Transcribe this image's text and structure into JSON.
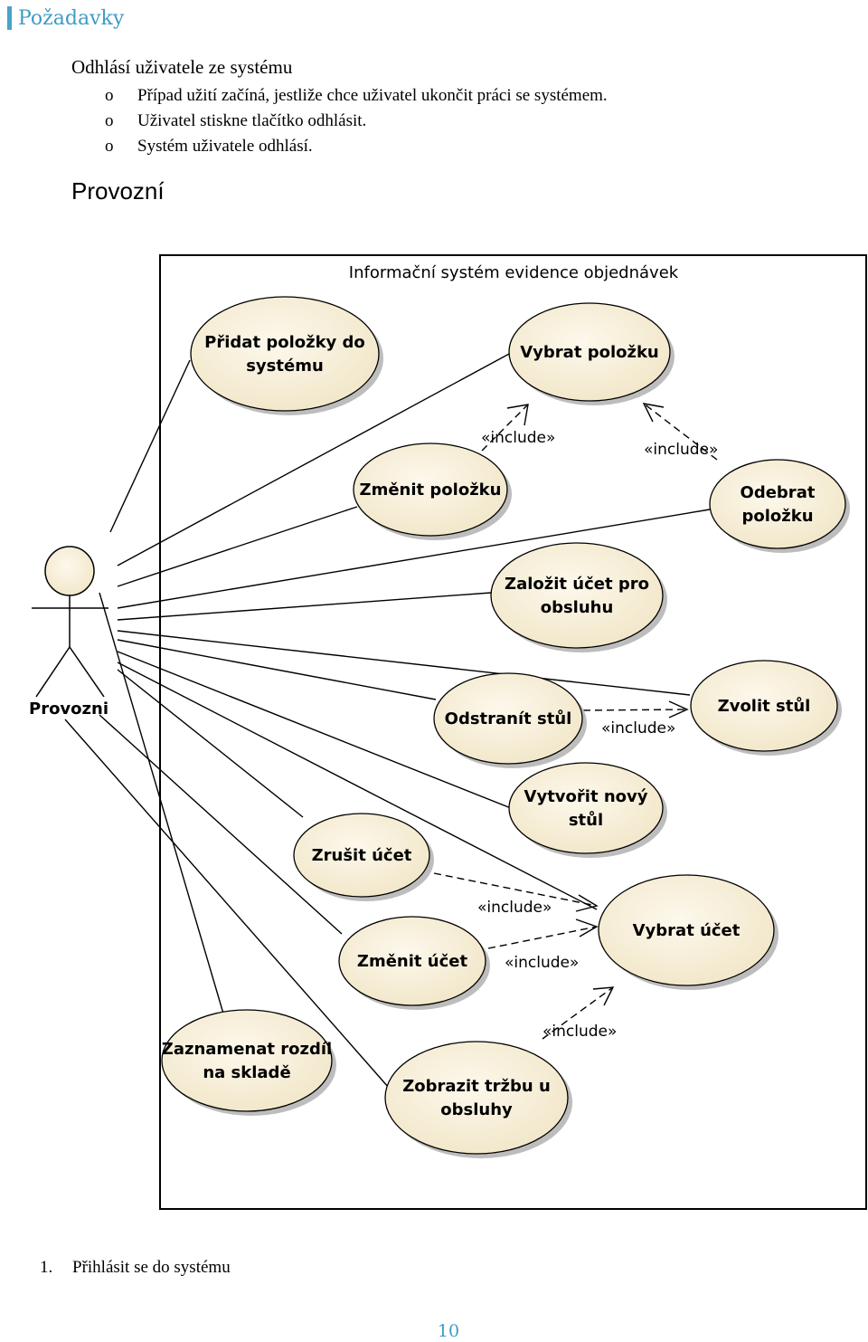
{
  "header": {
    "title": "Požadavky"
  },
  "section": {
    "title": "Odhlásí uživatele ze systému",
    "bullet_marker": "o",
    "bullets": [
      "Případ užití začíná, jestliže chce uživatel ukončit práci se systémem.",
      "Uživatel stiskne tlačítko odhlásit.",
      "Systém uživatele odhlásí."
    ]
  },
  "subheading": "Provozní",
  "diagram": {
    "system_title": "Informační systém evidence objednávek",
    "actor": "Provozni",
    "include_label": "«include»",
    "use_cases": [
      {
        "id": "pridat",
        "lines": [
          "Přidat položky do",
          "systému"
        ]
      },
      {
        "id": "vybrat_polozku",
        "lines": [
          "Vybrat položku"
        ]
      },
      {
        "id": "zmenit_polozku",
        "lines": [
          "Změnit položku"
        ]
      },
      {
        "id": "odebrat_polozku",
        "lines": [
          "Odebrat",
          "položku"
        ]
      },
      {
        "id": "zalozit_ucet",
        "lines": [
          "Založit účet pro",
          "obsluhu"
        ]
      },
      {
        "id": "odstranit_stul",
        "lines": [
          "Odstranít stůl"
        ]
      },
      {
        "id": "zvolit_stul",
        "lines": [
          "Zvolit stůl"
        ]
      },
      {
        "id": "vytvorit_stul",
        "lines": [
          "Vytvořit nový",
          "stůl"
        ]
      },
      {
        "id": "zrusit_ucet",
        "lines": [
          "Zrušit účet"
        ]
      },
      {
        "id": "vybrat_ucet",
        "lines": [
          "Vybrat účet"
        ]
      },
      {
        "id": "zmenit_ucet",
        "lines": [
          "Změnit účet"
        ]
      },
      {
        "id": "zaznamenat",
        "lines": [
          "Zaznamenat rozdíl",
          "na skladě"
        ]
      },
      {
        "id": "zobrazit_trzbu",
        "lines": [
          "Zobrazit tržbu u",
          "obsluhy"
        ]
      }
    ]
  },
  "numbered_item": {
    "number": "1.",
    "text": "Přihlásit se do systému"
  },
  "page_number": "10"
}
